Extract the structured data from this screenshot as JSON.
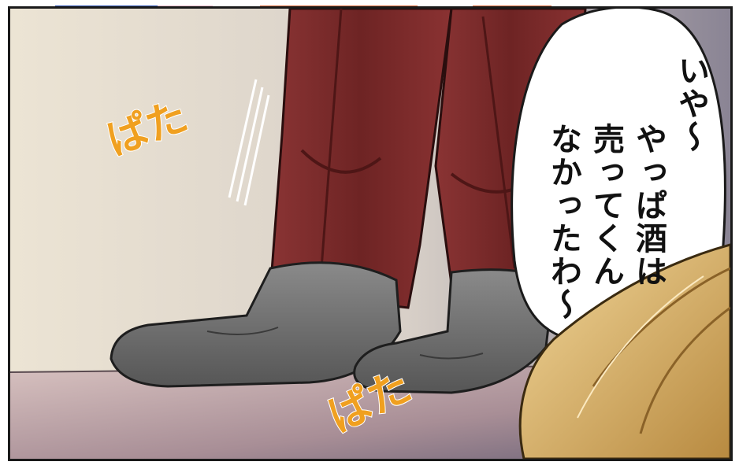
{
  "speech_bubble": {
    "lines": [
      "いや～",
      "やっぱ酒は",
      "売ってくん",
      "なかったわ～"
    ]
  },
  "sound_effects": [
    "ぱた",
    "ぱた"
  ],
  "colors": {
    "pants": "#7a2a2a",
    "pants_shadow": "#4e1616",
    "socks": "#6b6b6b",
    "sfx": "#f0a020",
    "hair": "#d9b46a"
  }
}
